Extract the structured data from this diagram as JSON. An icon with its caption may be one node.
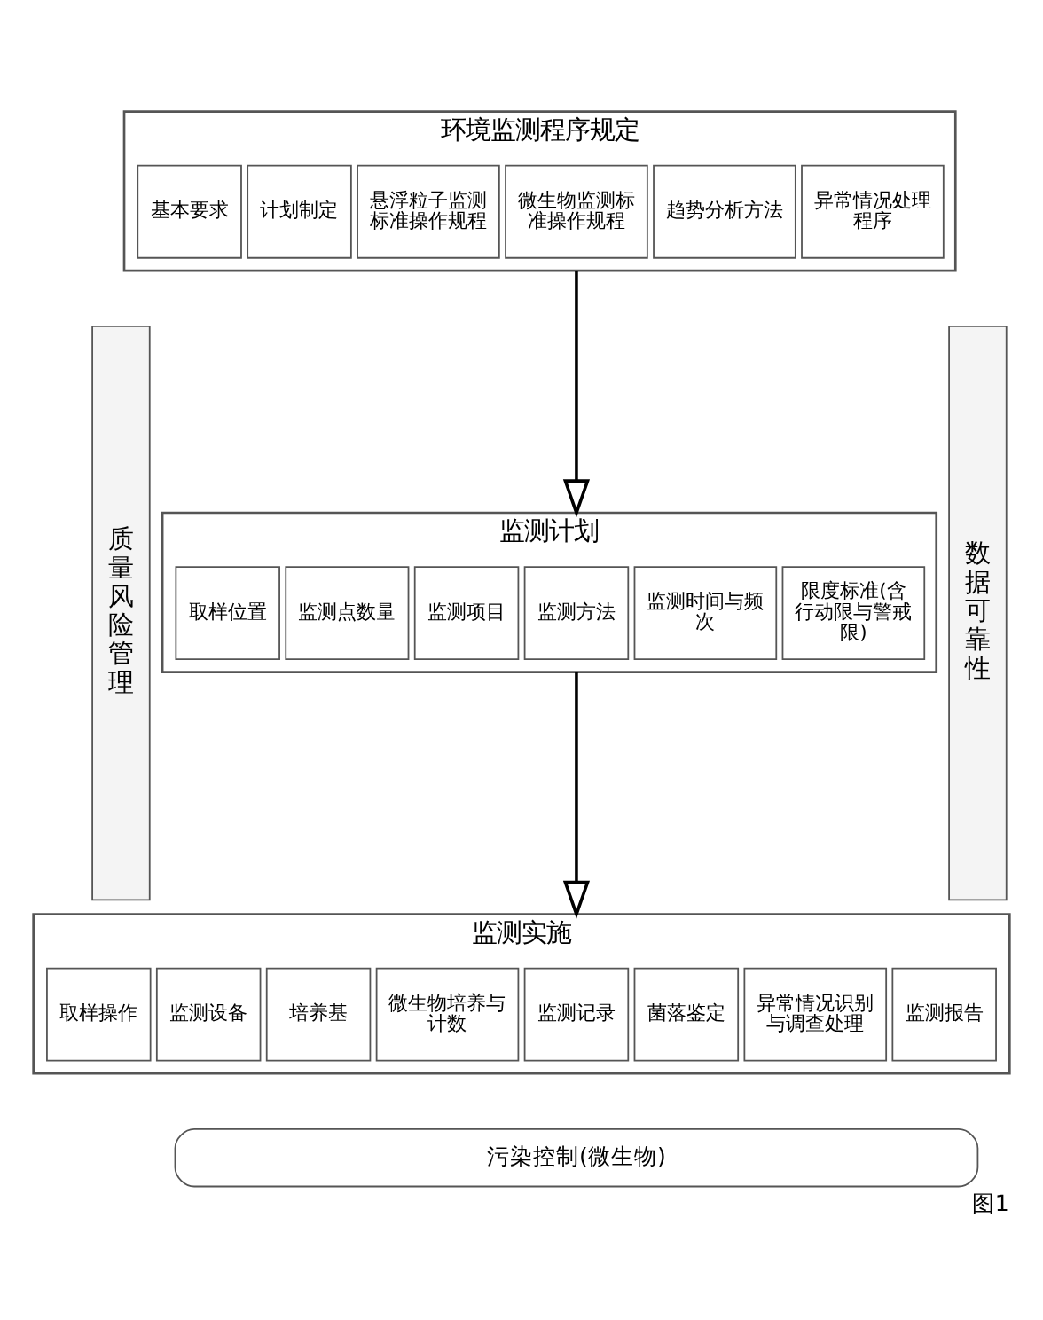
{
  "diagram": {
    "caption": "图1",
    "nodes": [
      {
        "text": [
          "环境监测程序规定"
        ]
      },
      {
        "text": [
          "基本要求"
        ],
        "in": 0
      },
      {
        "text": [
          "计划制定"
        ],
        "in": 0
      },
      {
        "text": [
          "悬浮粒子监测标准操作规程"
        ],
        "in": 0
      },
      {
        "text": [
          "微生物监测标准操作规程"
        ],
        "in": 0
      },
      {
        "text": [
          "趋势分析方法"
        ],
        "in": 0
      },
      {
        "text": [
          "异常情况处理程序"
        ],
        "in": 0
      },
      {
        "text": [
          "监测计划"
        ]
      },
      {
        "text": [
          "取样位置"
        ],
        "in": 7
      },
      {
        "text": [
          "监测点数量"
        ],
        "in": 7
      },
      {
        "text": [
          "监测项目"
        ],
        "in": 7
      },
      {
        "text": [
          "监测方法"
        ],
        "in": 7
      },
      {
        "text": [
          "监测时间与频次"
        ],
        "in": 7
      },
      {
        "text": [
          "限度标准(含行动限与警戒限)"
        ],
        "in": 7
      },
      {
        "text": [
          "监测实施"
        ]
      },
      {
        "text": [
          "取样操作"
        ],
        "in": 14
      },
      {
        "text": [
          "监测设备"
        ],
        "in": 14
      },
      {
        "text": [
          "培养基"
        ],
        "in": 14
      },
      {
        "text": [
          "微生物培养与计数"
        ],
        "in": 14
      },
      {
        "text": [
          "监测记录"
        ],
        "in": 14
      },
      {
        "text": [
          "菌落鉴定"
        ],
        "in": 14
      },
      {
        "text": [
          "异常情况识别与调查处理"
        ],
        "in": 14
      },
      {
        "text": [
          "监测报告"
        ],
        "in": 14
      },
      {
        "text": [
          "污染控制(微生物)"
        ]
      },
      {
        "text": [
          "质量风险管理"
        ]
      },
      {
        "text": [
          "数据可靠性"
        ]
      }
    ],
    "edges": [
      {
        "from": 0,
        "to": 7,
        "arrow": "to"
      },
      {
        "from": 7,
        "to": 14,
        "arrow": "to"
      }
    ]
  }
}
